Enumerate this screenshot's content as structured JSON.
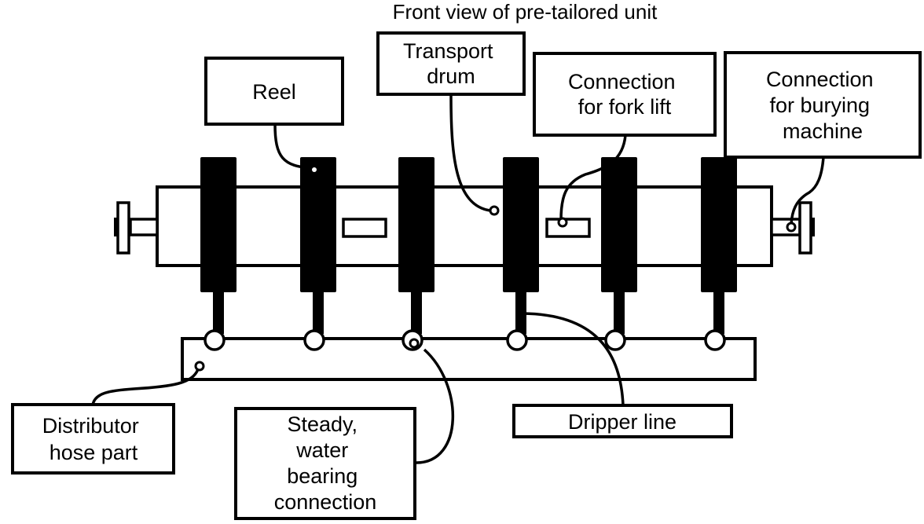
{
  "diagram": {
    "title": "Front view of pre-tailored unit",
    "reel_count": 6,
    "labels": {
      "reel": [
        "Reel"
      ],
      "transport_drum": [
        "Transport",
        "drum"
      ],
      "fork_lift": [
        "Connection",
        "for fork lift"
      ],
      "burying_machine": [
        "Connection",
        "for burying",
        "machine"
      ],
      "distributor": [
        "Distributor",
        "hose part"
      ],
      "steady": [
        "Steady,",
        "water",
        "bearing",
        "connection"
      ],
      "dripper": [
        "Dripper line"
      ]
    },
    "colors": {
      "stroke": "#000000",
      "fill": "#ffffff",
      "reel": "#000000"
    }
  }
}
